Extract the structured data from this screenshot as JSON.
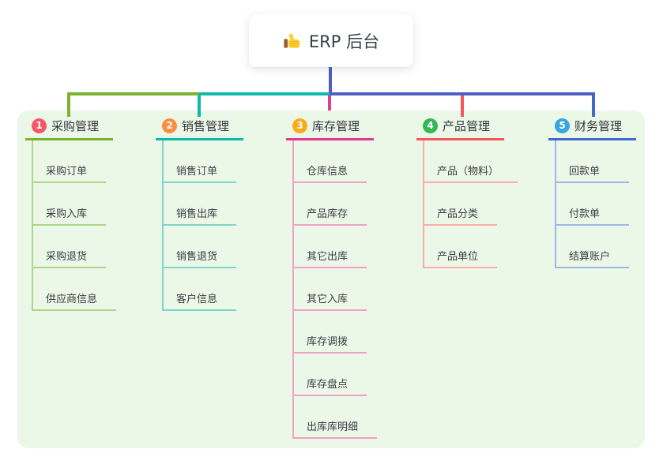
{
  "root": {
    "title": "ERP 后台",
    "icon": "thumbs-up-icon",
    "line_color": "#4c5ec1"
  },
  "panel": {
    "background": "#ebf7e7"
  },
  "branches": [
    {
      "number": "1",
      "title": "采购管理",
      "badge_color": "#f6566b",
      "line_color": "#7cb32d",
      "child_line_color": "#b0d789",
      "children": [
        "采购订单",
        "采购入库",
        "采购退货",
        "供应商信息"
      ]
    },
    {
      "number": "2",
      "title": "销售管理",
      "badge_color": "#fb8d44",
      "line_color": "#0db9ab",
      "child_line_color": "#82d5cb",
      "children": [
        "销售订单",
        "销售出库",
        "销售退货",
        "客户信息"
      ]
    },
    {
      "number": "3",
      "title": "库存管理",
      "badge_color": "#fbab19",
      "line_color": "#e03a92",
      "child_line_color": "#f3a0c8",
      "children": [
        "仓库信息",
        "产品库存",
        "其它出库",
        "其它入库",
        "库存调拨",
        "库存盘点",
        "出库库明细"
      ]
    },
    {
      "number": "4",
      "title": "产品管理",
      "badge_color": "#34b656",
      "line_color": "#f8565e",
      "child_line_color": "#fbadaa",
      "children": [
        "产品（物料）",
        "产品分类",
        "产品单位"
      ]
    },
    {
      "number": "5",
      "title": "财务管理",
      "badge_color": "#38a7e1",
      "line_color": "#4168cc",
      "child_line_color": "#a1b6e9",
      "children": [
        "回款单",
        "付款单",
        "结算账户"
      ]
    }
  ]
}
